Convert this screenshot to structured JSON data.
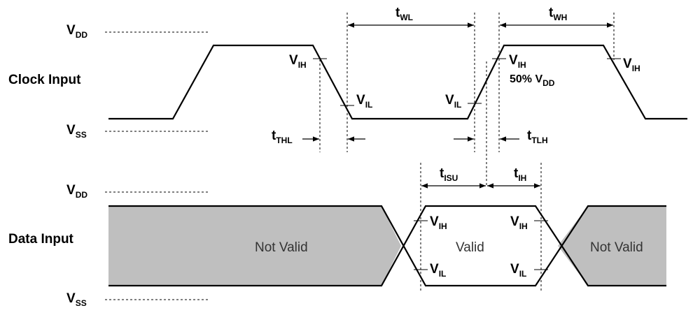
{
  "clock": {
    "row_label": "Clock Input",
    "vdd": {
      "main": "V",
      "sub": "DD"
    },
    "vss": {
      "main": "V",
      "sub": "SS"
    },
    "vih_1": {
      "main": "V",
      "sub": "IH"
    },
    "vil_1": {
      "main": "V",
      "sub": "IL"
    },
    "vil_2": {
      "main": "V",
      "sub": "IL"
    },
    "vih_2": {
      "main": "V",
      "sub": "IH"
    },
    "vdd50": {
      "main": "50% V",
      "sub": "DD"
    },
    "vih_3": {
      "main": "V",
      "sub": "IH"
    },
    "t_thl": {
      "main": "t",
      "sub": "THL"
    },
    "t_tlh": {
      "main": "t",
      "sub": "TLH"
    },
    "t_wl": {
      "main": "t",
      "sub": "WL"
    },
    "t_wh": {
      "main": "t",
      "sub": "WH"
    }
  },
  "data": {
    "row_label": "Data Input",
    "vdd": {
      "main": "V",
      "sub": "DD"
    },
    "vss": {
      "main": "V",
      "sub": "SS"
    },
    "not_valid_left": "Not Valid",
    "valid": "Valid",
    "not_valid_right": "Not Valid",
    "t_isu": {
      "main": "t",
      "sub": "ISU"
    },
    "t_ih": {
      "main": "t",
      "sub": "IH"
    },
    "vih_left": {
      "main": "V",
      "sub": "IH"
    },
    "vil_left": {
      "main": "V",
      "sub": "IL"
    },
    "vih_right": {
      "main": "V",
      "sub": "IH"
    },
    "vil_right": {
      "main": "V",
      "sub": "IL"
    }
  },
  "colors": {
    "invalid_fill": "#bfbfbf",
    "line": "#000000"
  }
}
